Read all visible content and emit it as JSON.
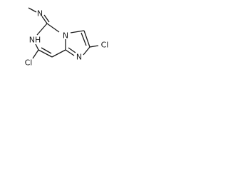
{
  "molecule": {
    "atoms": {
      "methyl_n": "N",
      "ring_nh": "NH",
      "bridge_n": "N",
      "ring_n": "N",
      "cl_left": "Cl",
      "cl_right": "Cl"
    }
  }
}
